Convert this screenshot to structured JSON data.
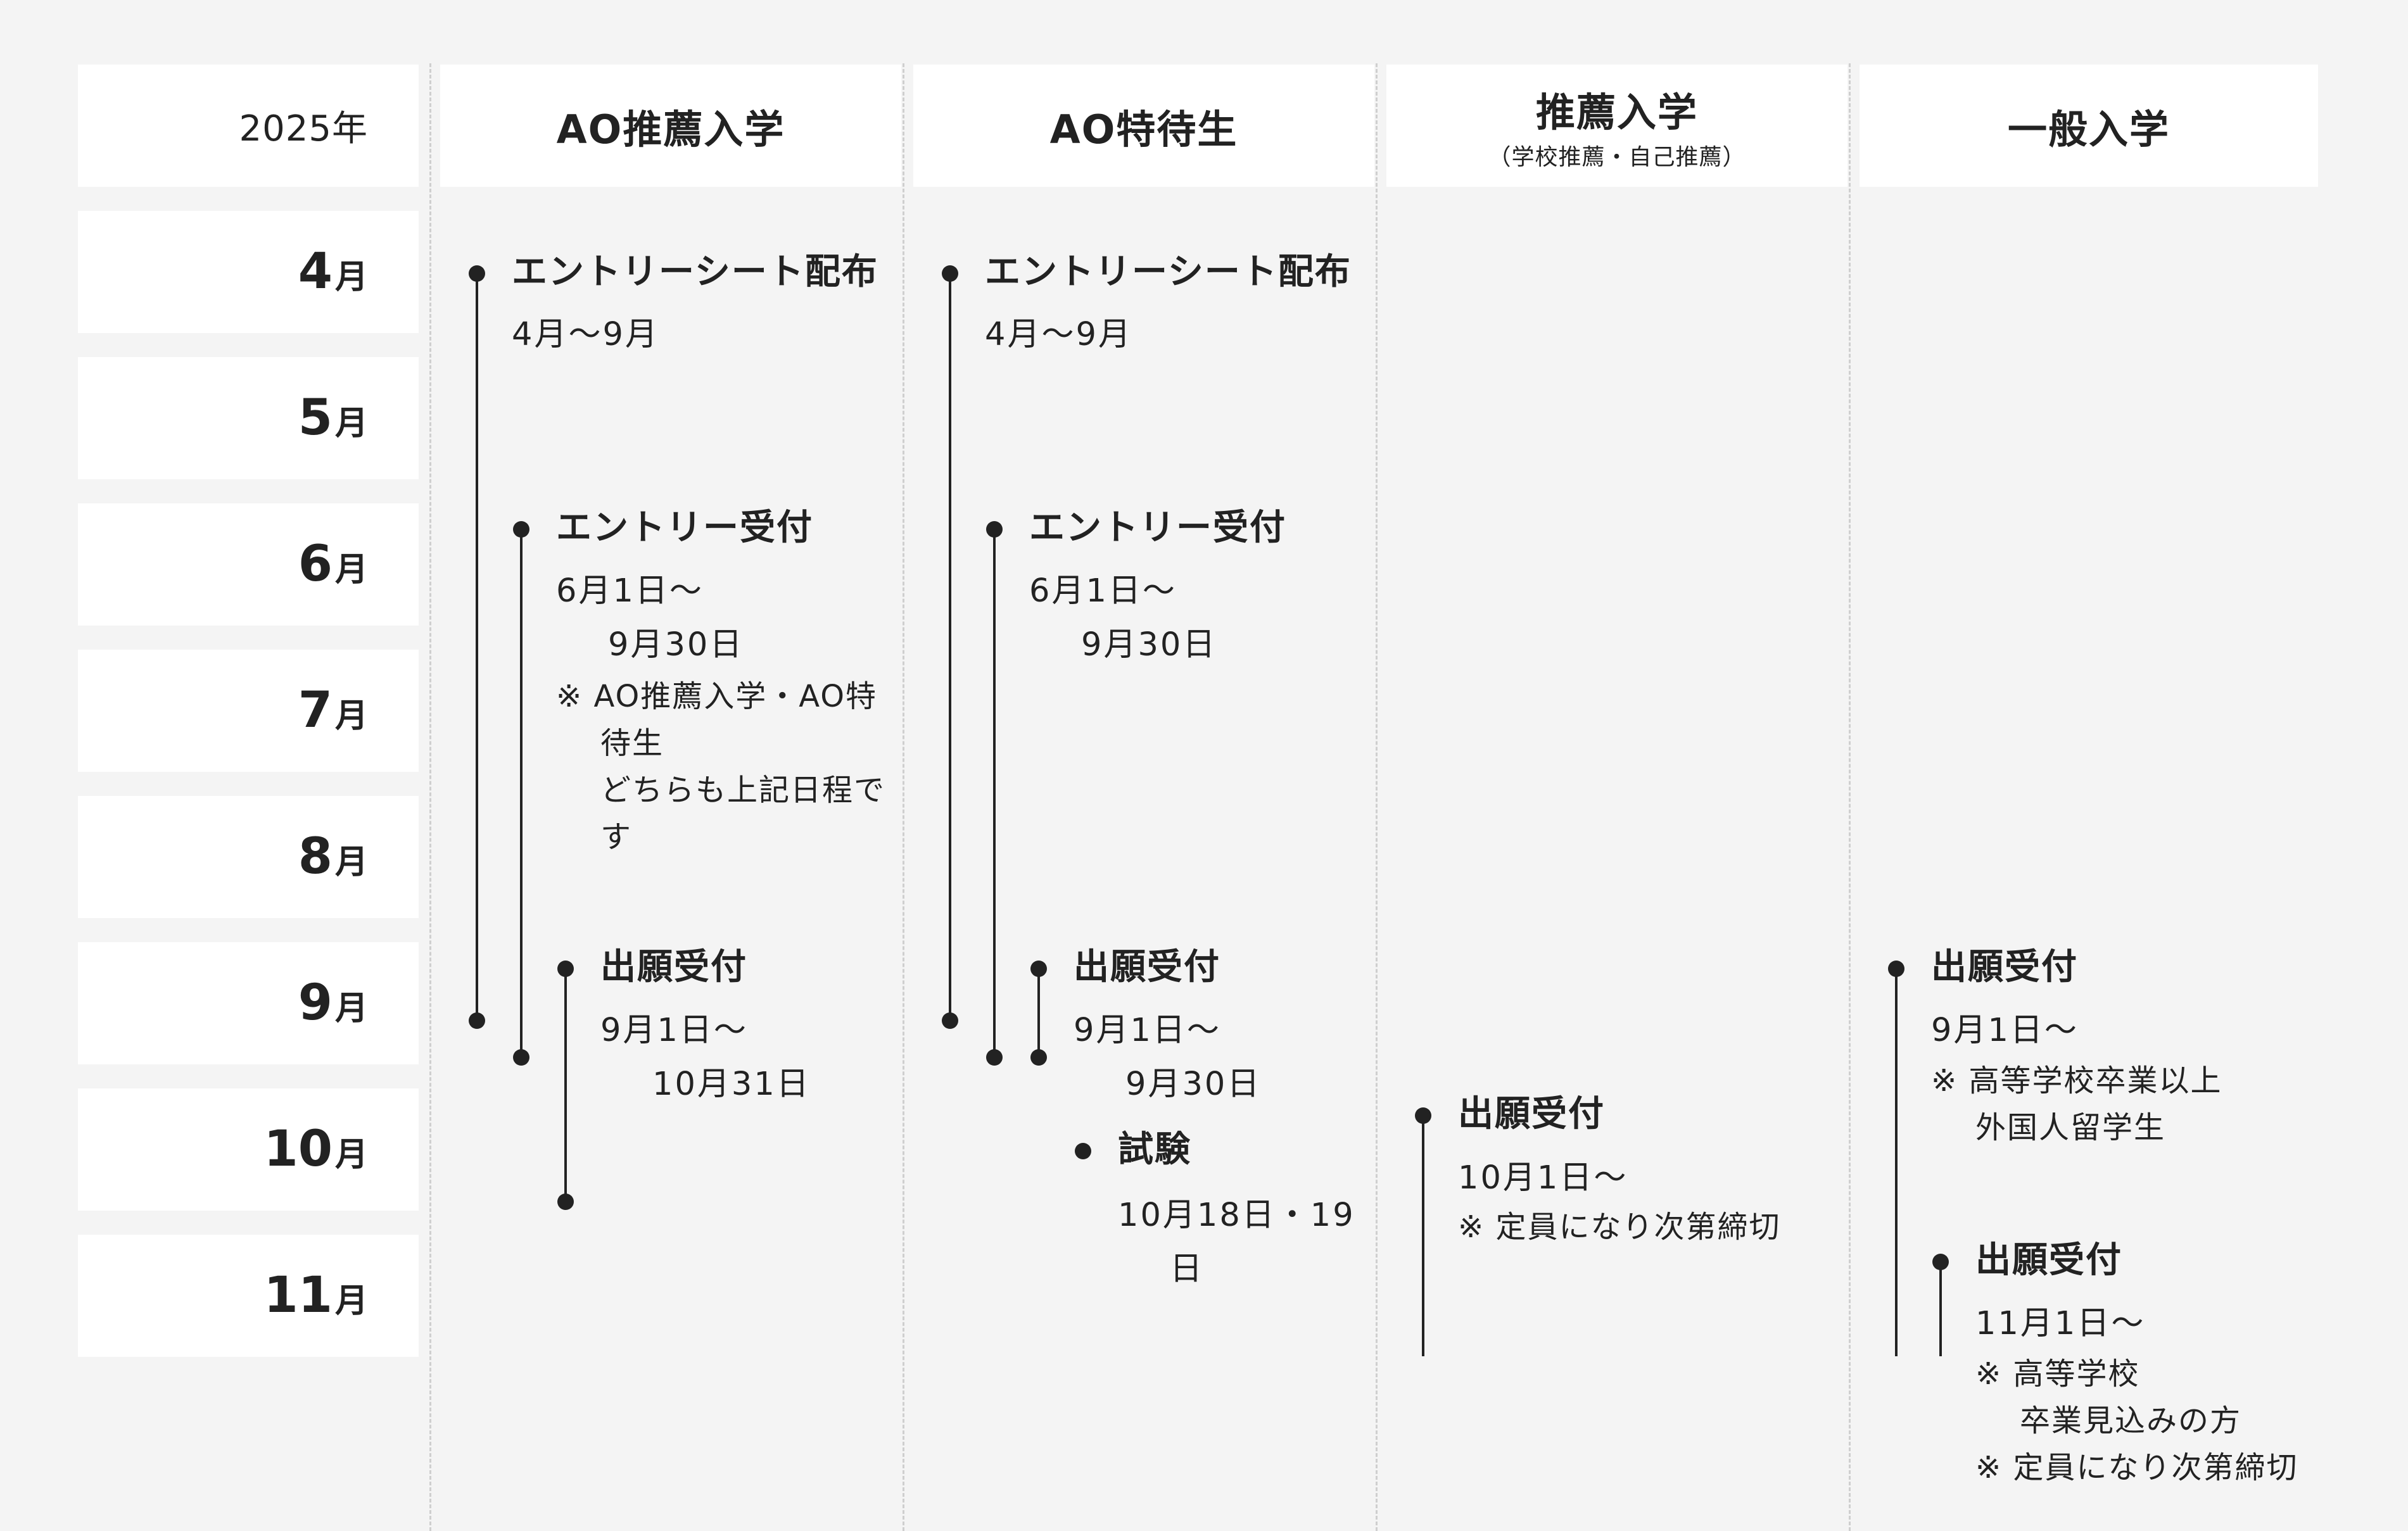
{
  "header": {
    "year": "2025年",
    "col1": "AO推薦入学",
    "col2": "AO特待生",
    "col3_title": "推薦入学",
    "col3_sub": "（学校推薦・自己推薦）",
    "col5": "一般入学"
  },
  "months": [
    {
      "num": "4",
      "unit": "月"
    },
    {
      "num": "5",
      "unit": "月"
    },
    {
      "num": "6",
      "unit": "月"
    },
    {
      "num": "7",
      "unit": "月"
    },
    {
      "num": "8",
      "unit": "月"
    },
    {
      "num": "9",
      "unit": "月"
    },
    {
      "num": "10",
      "unit": "月"
    },
    {
      "num": "11",
      "unit": "月"
    }
  ],
  "ao_suisen": {
    "entry_sheet": {
      "label": "エントリーシート配布",
      "period": "4月～9月"
    },
    "entry": {
      "label": "エントリー受付",
      "period_1": "6月1日～",
      "period_2": "9月30日",
      "note_1": "※ AO推薦入学・AO特",
      "note_2": "待生",
      "note_3": "どちらも上記日程で",
      "note_4": "す"
    },
    "application": {
      "label": "出願受付",
      "period_1": "9月1日～",
      "period_2": "10月31日"
    }
  },
  "ao_tokutai": {
    "entry_sheet": {
      "label": "エントリーシート配布",
      "period": "4月～9月"
    },
    "entry": {
      "label": "エントリー受付",
      "period_1": "6月1日～",
      "period_2": "9月30日"
    },
    "application": {
      "label": "出願受付",
      "period_1": "9月1日～",
      "period_2": "9月30日"
    },
    "exam": {
      "label": "試験",
      "period_1": "10月18日・19",
      "period_2": "日"
    }
  },
  "suisen": {
    "application": {
      "label": "出願受付",
      "period_1": "10月1日～",
      "note": "※ 定員になり次第締切"
    }
  },
  "ippan": {
    "application_1": {
      "label": "出願受付",
      "period_1": "9月1日～",
      "note_1": "※ 高等学校卒業以上",
      "note_2": "外国人留学生"
    },
    "application_2": {
      "label": "出願受付",
      "period_1": "11月1日～",
      "note_1": "※ 高等学校",
      "note_2": "卒業見込みの方",
      "note_3": "※ 定員になり次第締切"
    }
  }
}
